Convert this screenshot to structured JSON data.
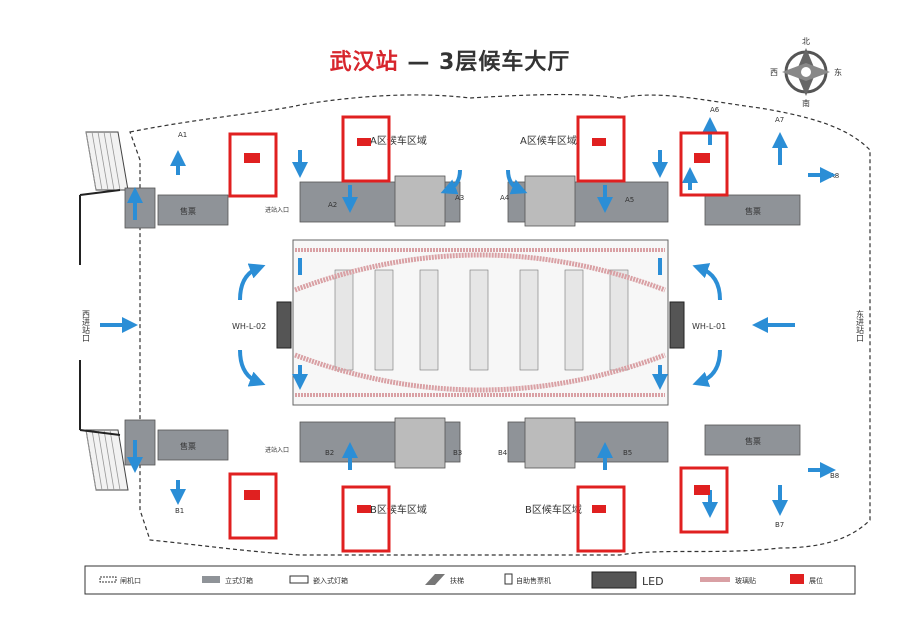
{
  "title": {
    "station": "武汉站",
    "dash": " — ",
    "floor": "3层候车大厅"
  },
  "compass": {
    "north": "北",
    "south": "南",
    "east": "东",
    "west": "西"
  },
  "areas": {
    "a_left": "A区候车区域",
    "a_right": "A区候车区域",
    "b_left": "B区候车区域",
    "b_right": "B区候车区域"
  },
  "gates": {
    "a1": "A1",
    "a2": "A2",
    "a3": "A3",
    "a4": "A4",
    "a5": "A5",
    "a6": "A6",
    "a7": "A7",
    "a8": "A8",
    "b1": "B1",
    "b2": "B2",
    "b3": "B3",
    "b4": "B4",
    "b5": "B5",
    "b7": "B7",
    "b8": "B8"
  },
  "zones": {
    "nw": "售票",
    "sw": "售票",
    "ne": "售票",
    "se": "售票"
  },
  "entrances": {
    "west": "西进站口",
    "east": "东进站口",
    "nw_entry": "进站入口",
    "sw_entry": "进站入口"
  },
  "screens": {
    "left": "WH-L-02",
    "right": "WH-L-01"
  },
  "legend": {
    "gate": "闸机口",
    "light_box": "立式灯箱",
    "embedded_box": "嵌入式灯箱",
    "escalator": "扶梯",
    "ticket_machine": "自助售票机",
    "led": "LED",
    "glass": "玻璃贴",
    "ad_spot": "展位"
  },
  "colors": {
    "accent_red": "#e02020",
    "arrow_blue": "#2b8ed6",
    "block_gray": "#8f9398",
    "pink_band": "#d9a0a4"
  }
}
